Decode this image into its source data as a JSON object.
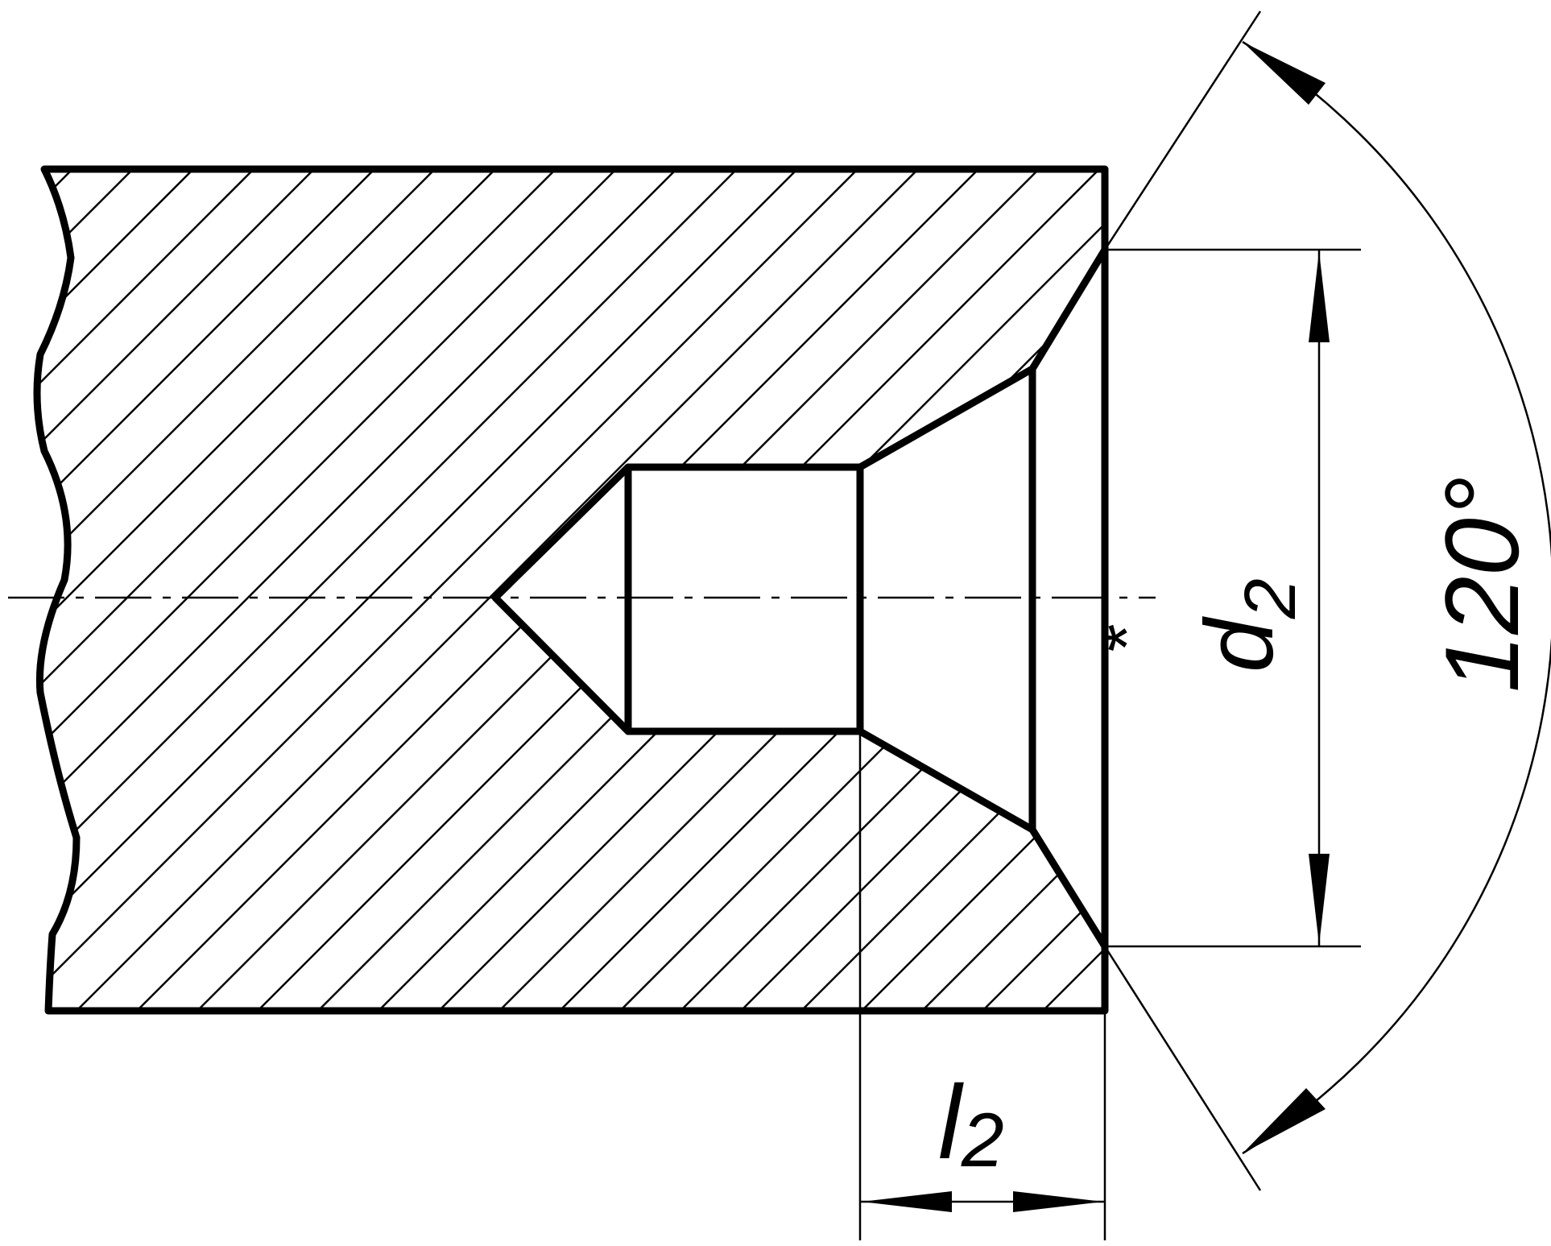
{
  "drawing": {
    "labels": {
      "diameter": "d",
      "diameter_subscript": "2",
      "diameter_mark": "*",
      "length": "l",
      "length_subscript": "2",
      "angle": "120°"
    },
    "colors": {
      "ink": "#000000",
      "paper": "#ffffff"
    }
  }
}
